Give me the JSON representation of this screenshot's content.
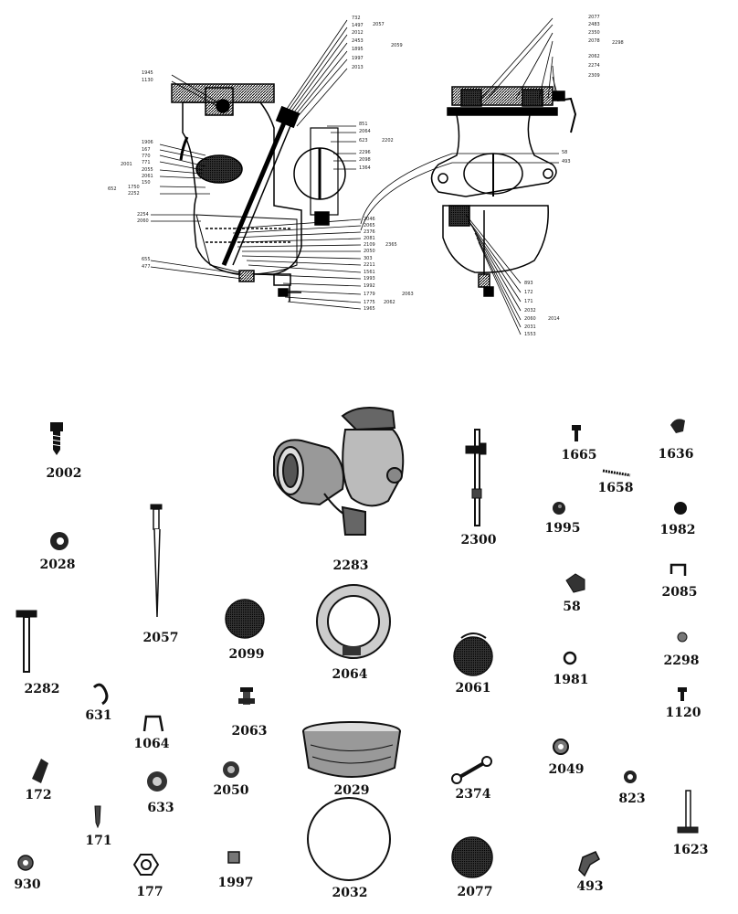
{
  "callouts_top_center": [
    "732",
    "1497",
    "2012",
    "2453",
    "1895",
    "1997",
    "2013",
    "2057",
    "2059"
  ],
  "callouts_top_left": [
    "1945",
    "1130"
  ],
  "callouts_left": [
    "1906",
    "167",
    "770",
    "771",
    "2055",
    "2061",
    "150"
  ],
  "callouts_left_group": [
    "652",
    "2001",
    "1750",
    "2252",
    "2254",
    "2060"
  ],
  "callouts_right_mid": [
    "851",
    "2064",
    "623",
    "2202",
    "2296",
    "2098",
    "1364"
  ],
  "callouts_lower_mid": [
    "2046",
    "2065",
    "2376",
    "2081",
    "2109",
    "2365",
    "2050",
    "303",
    "2211",
    "1561",
    "1993",
    "1992",
    "1779",
    "1775",
    "2062",
    "2063",
    "1965"
  ],
  "callouts_lower_left": [
    "655",
    "477"
  ],
  "callouts_right_view_top": [
    "2077",
    "2483",
    "2350",
    "2078",
    "2062",
    "2274",
    "2298",
    "2309"
  ],
  "callouts_right_view_mid": [
    "58",
    "493"
  ],
  "callouts_right_view_bottom": [
    "893",
    "172",
    "171",
    "2032",
    "2060",
    "2031",
    "1553",
    "2014"
  ],
  "parts": [
    {
      "id": "p2002",
      "num": "2002"
    },
    {
      "id": "p2028",
      "num": "2028"
    },
    {
      "id": "p2282",
      "num": "2282"
    },
    {
      "id": "p2057",
      "num": "2057"
    },
    {
      "id": "p2283",
      "num": "2283"
    },
    {
      "id": "p2300",
      "num": "2300"
    },
    {
      "id": "p1665",
      "num": "1665"
    },
    {
      "id": "p1636",
      "num": "1636"
    },
    {
      "id": "p1658",
      "num": "1658"
    },
    {
      "id": "p1995",
      "num": "1995"
    },
    {
      "id": "p1982",
      "num": "1982"
    },
    {
      "id": "p58",
      "num": "58"
    },
    {
      "id": "p2085",
      "num": "2085"
    },
    {
      "id": "p2099",
      "num": "2099"
    },
    {
      "id": "p2064",
      "num": "2064"
    },
    {
      "id": "p2061",
      "num": "2061"
    },
    {
      "id": "p1981",
      "num": "1981"
    },
    {
      "id": "p2298",
      "num": "2298"
    },
    {
      "id": "p631",
      "num": "631"
    },
    {
      "id": "p1064",
      "num": "1064"
    },
    {
      "id": "p2063",
      "num": "2063"
    },
    {
      "id": "p1120",
      "num": "1120"
    },
    {
      "id": "p172",
      "num": "172"
    },
    {
      "id": "p633",
      "num": "633"
    },
    {
      "id": "p2050",
      "num": "2050"
    },
    {
      "id": "p2029",
      "num": "2029"
    },
    {
      "id": "p2374",
      "num": "2374"
    },
    {
      "id": "p2049",
      "num": "2049"
    },
    {
      "id": "p823",
      "num": "823"
    },
    {
      "id": "p171",
      "num": "171"
    },
    {
      "id": "p1623",
      "num": "1623"
    },
    {
      "id": "p930",
      "num": "930"
    },
    {
      "id": "p177",
      "num": "177"
    },
    {
      "id": "p1997",
      "num": "1997"
    },
    {
      "id": "p2032",
      "num": "2032"
    },
    {
      "id": "p2077",
      "num": "2077"
    },
    {
      "id": "p493",
      "num": "493"
    }
  ]
}
